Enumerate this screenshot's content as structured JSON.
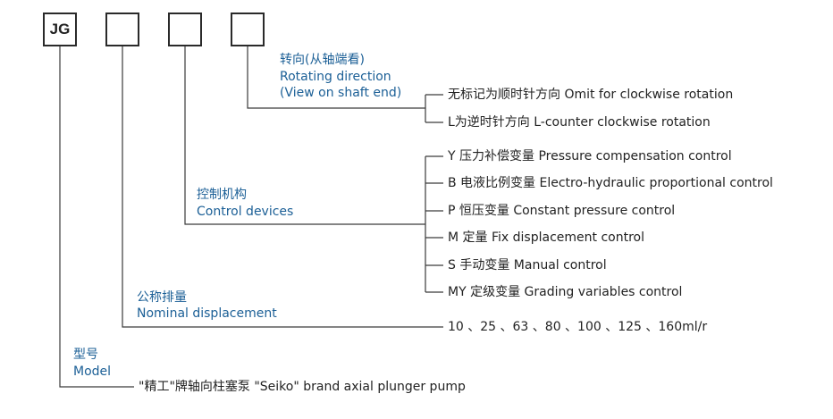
{
  "boxes": [
    {
      "label": "JG"
    },
    {
      "label": ""
    },
    {
      "label": ""
    },
    {
      "label": ""
    }
  ],
  "rotation": {
    "title_cn": "转向(从轴端看)",
    "title_en": "Rotating direction",
    "title_en2": "(View on shaft end)",
    "options": [
      "无标记为顺时针方向 Omit for clockwise rotation",
      "L为逆时针方向 L-counter clockwise rotation"
    ]
  },
  "control": {
    "title_cn": "控制机构",
    "title_en": "Control devices",
    "options": [
      "Y  压力补偿变量 Pressure compensation control",
      "B  电液比例变量 Electro-hydraulic proportional control",
      "P  恒压变量 Constant pressure control",
      "M  定量 Fix displacement control",
      "S  手动变量 Manual control",
      "MY 定级变量 Grading variables control"
    ]
  },
  "displacement": {
    "title_cn": "公称排量",
    "title_en": "Nominal displacement",
    "values": "10 、25 、63 、80 、100 、125 、160ml/r"
  },
  "model": {
    "title_cn": "型号",
    "title_en": "Model",
    "description": "\"精工\"牌轴向柱塞泵  \"Seiko\" brand axial plunger pump"
  }
}
